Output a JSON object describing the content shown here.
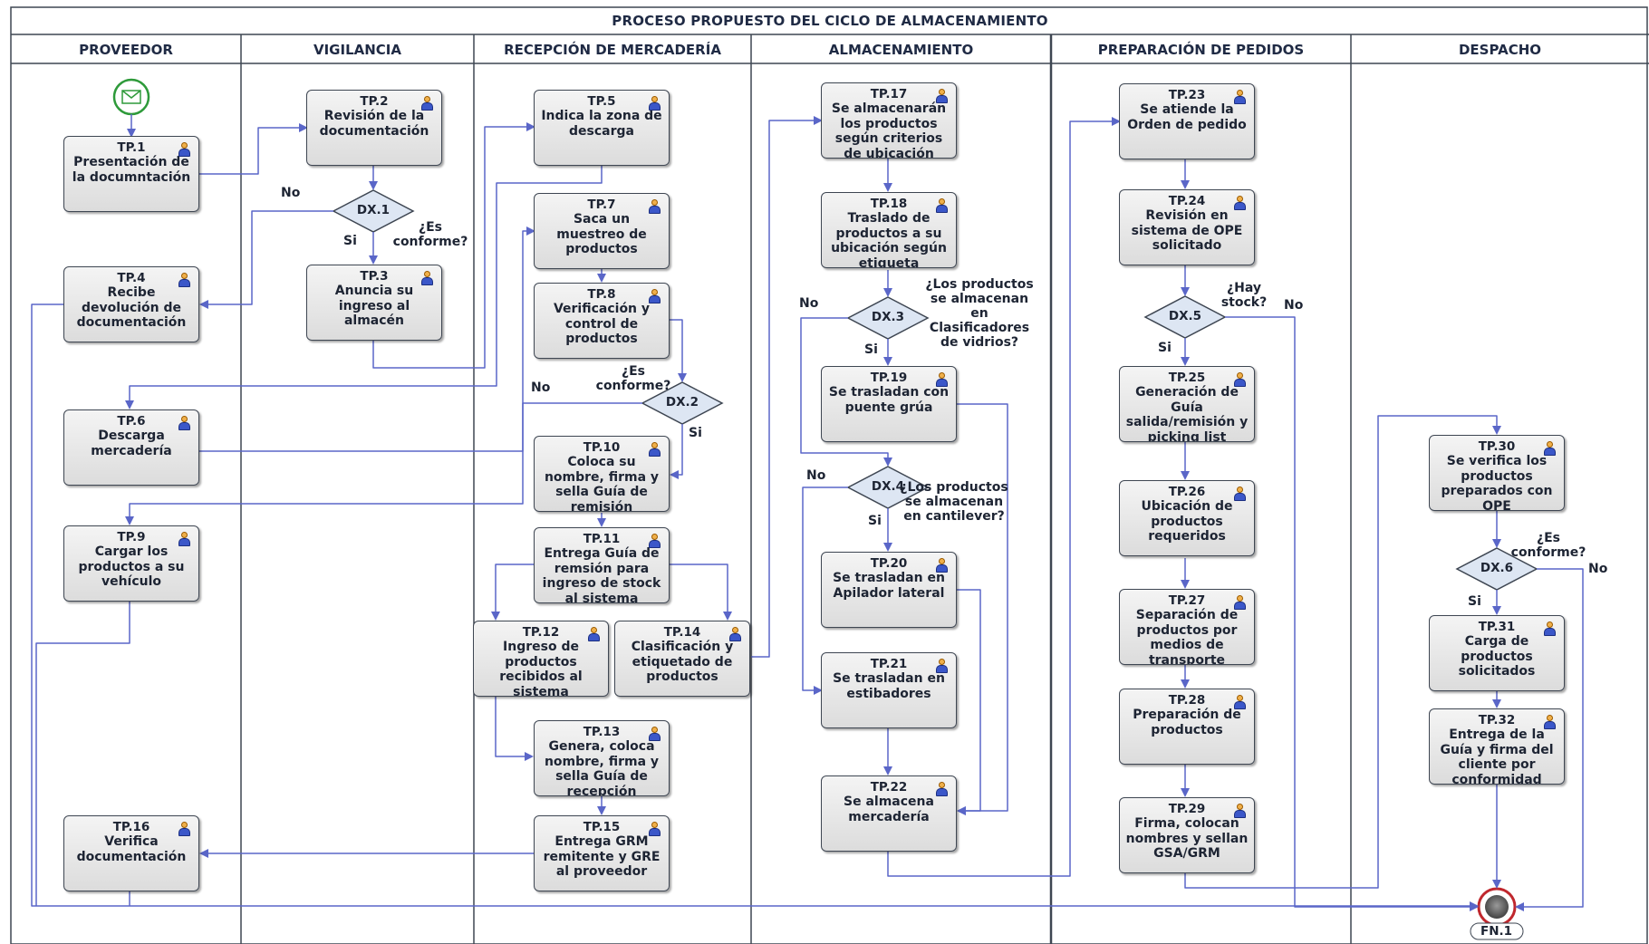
{
  "title": "PROCESO PROPUESTO DEL CICLO DE ALMACENAMIENTO",
  "lanes": [
    "PROVEEDOR",
    "VIGILANCIA",
    "RECEPCIÓN DE MERCADERÍA",
    "ALMACENAMIENTO",
    "PREPARACIÓN DE PEDIDOS",
    "DESPACHO"
  ],
  "tasks": {
    "tp1": {
      "id": "TP.1",
      "text": "Presentación de la documntación"
    },
    "tp2": {
      "id": "TP.2",
      "text": "Revisión de la documentación"
    },
    "tp3": {
      "id": "TP.3",
      "text": "Anuncia su ingreso al almacén"
    },
    "tp4": {
      "id": "TP.4",
      "text": "Recibe devolución de documentación"
    },
    "tp5": {
      "id": "TP.5",
      "text": "Indica la zona de descarga"
    },
    "tp6": {
      "id": "TP.6",
      "text": "Descarga mercadería"
    },
    "tp7": {
      "id": "TP.7",
      "text": "Saca un muestreo de productos"
    },
    "tp8": {
      "id": "TP.8",
      "text": "Verificación y control de productos"
    },
    "tp9": {
      "id": "TP.9",
      "text": "Cargar los productos a su vehículo"
    },
    "tp10": {
      "id": "TP.10",
      "text": "Coloca su nombre, firma y sella Guía de remisión"
    },
    "tp11": {
      "id": "TP.11",
      "text": "Entrega Guía de remsión para ingreso de stock al sistema"
    },
    "tp12": {
      "id": "TP.12",
      "text": "Ingreso de productos recibidos al sistema"
    },
    "tp13": {
      "id": "TP.13",
      "text": "Genera, coloca nombre, firma y sella Guía de recepción"
    },
    "tp14": {
      "id": "TP.14",
      "text": "Clasificación y etiquetado de productos"
    },
    "tp15": {
      "id": "TP.15",
      "text": "Entrega GRM remitente y GRE al proveedor"
    },
    "tp16": {
      "id": "TP.16",
      "text": "Verifica documentación"
    },
    "tp17": {
      "id": "TP.17",
      "text": "Se almacenarán los productos según criterios de ubicación"
    },
    "tp18": {
      "id": "TP.18",
      "text": "Traslado de productos a su ubicación según etiqueta"
    },
    "tp19": {
      "id": "TP.19",
      "text": "Se trasladan con puente grúa"
    },
    "tp20": {
      "id": "TP.20",
      "text": "Se trasladan en Apilador lateral"
    },
    "tp21": {
      "id": "TP.21",
      "text": "Se trasladan en estibadores"
    },
    "tp22": {
      "id": "TP.22",
      "text": "Se almacena mercadería"
    },
    "tp23": {
      "id": "TP.23",
      "text": "Se atiende la Orden de pedido"
    },
    "tp24": {
      "id": "TP.24",
      "text": "Revisión en sistema de OPE solicitado"
    },
    "tp25": {
      "id": "TP.25",
      "text": "Generación de Guía salida/remisión y picking list"
    },
    "tp26": {
      "id": "TP.26",
      "text": "Ubicación de productos requeridos"
    },
    "tp27": {
      "id": "TP.27",
      "text": "Separación de productos por medios de transporte"
    },
    "tp28": {
      "id": "TP.28",
      "text": "Preparación de productos"
    },
    "tp29": {
      "id": "TP.29",
      "text": "Firma, colocan nombres y sellan GSA/GRM"
    },
    "tp30": {
      "id": "TP.30",
      "text": "Se verifica los productos preparados con OPE"
    },
    "tp31": {
      "id": "TP.31",
      "text": "Carga de productos solicitados"
    },
    "tp32": {
      "id": "TP.32",
      "text": "Entrega de la Guía y firma del cliente por conformidad"
    }
  },
  "decisions": {
    "dx1": "DX.1",
    "dx2": "DX.2",
    "dx3": "DX.3",
    "dx4": "DX.4",
    "dx5": "DX.5",
    "dx6": "DX.6"
  },
  "questions": {
    "dx1": "¿Es conforme?",
    "dx2": "¿Es conforme?",
    "dx3": "¿Los productos se almacenan en Clasificadores de vidrios?",
    "dx4": "¿Los productos se almacenan en cantilever?",
    "dx5": "¿Hay stock?",
    "dx6": "¿Es conforme?"
  },
  "branch": {
    "yes": "Si",
    "no": "No"
  },
  "end_label": "FN.1",
  "colors": {
    "arrow": "#5a66c8",
    "border": "#3e4652",
    "start_event": "#2e9a3a",
    "end_event": "#c0272d"
  }
}
